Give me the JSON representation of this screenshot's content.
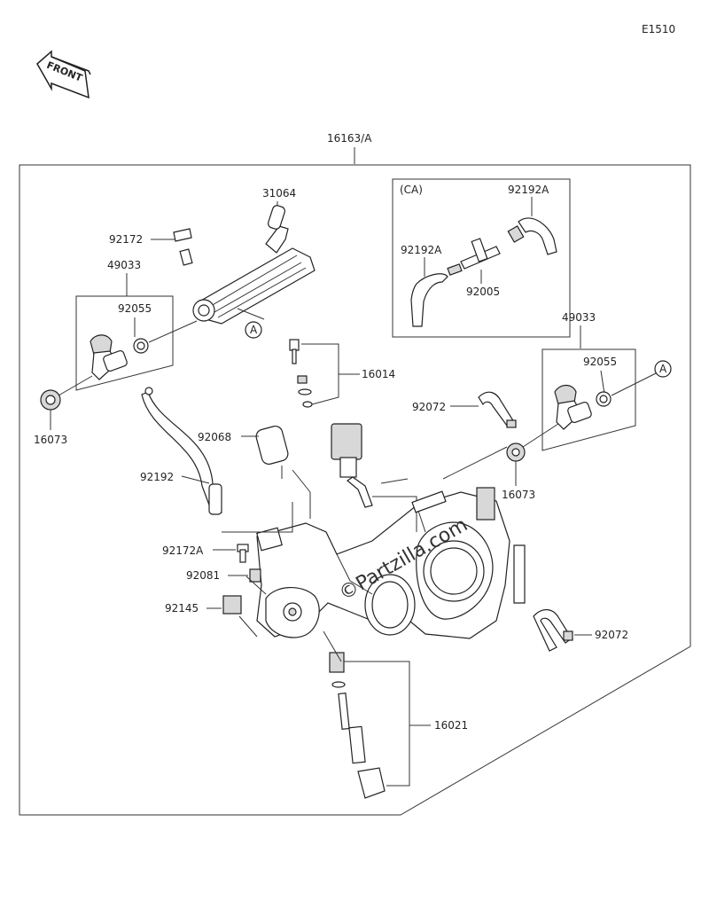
{
  "diagram_code": "E1510",
  "front_label": "FRONT",
  "watermark": "©Partzilla.com",
  "assembly_label": "16163/A",
  "ca_label": "(CA)",
  "circle_ref": "A",
  "parts": {
    "p31064": "31064",
    "p92172": "92172",
    "p49033_left": "49033",
    "p92055_left": "92055",
    "p16073_left": "16073",
    "p16014": "16014",
    "p92068": "92068",
    "p92192": "92192",
    "p92172A": "92172A",
    "p92081": "92081",
    "p92145": "92145",
    "p16021": "16021",
    "p92192A_top": "92192A",
    "p92192A_left": "92192A",
    "p92005": "92005",
    "p49033_right": "49033",
    "p92055_right": "92055",
    "p92072_top": "92072",
    "p16073_right": "16073",
    "p92072_bottom": "92072"
  }
}
